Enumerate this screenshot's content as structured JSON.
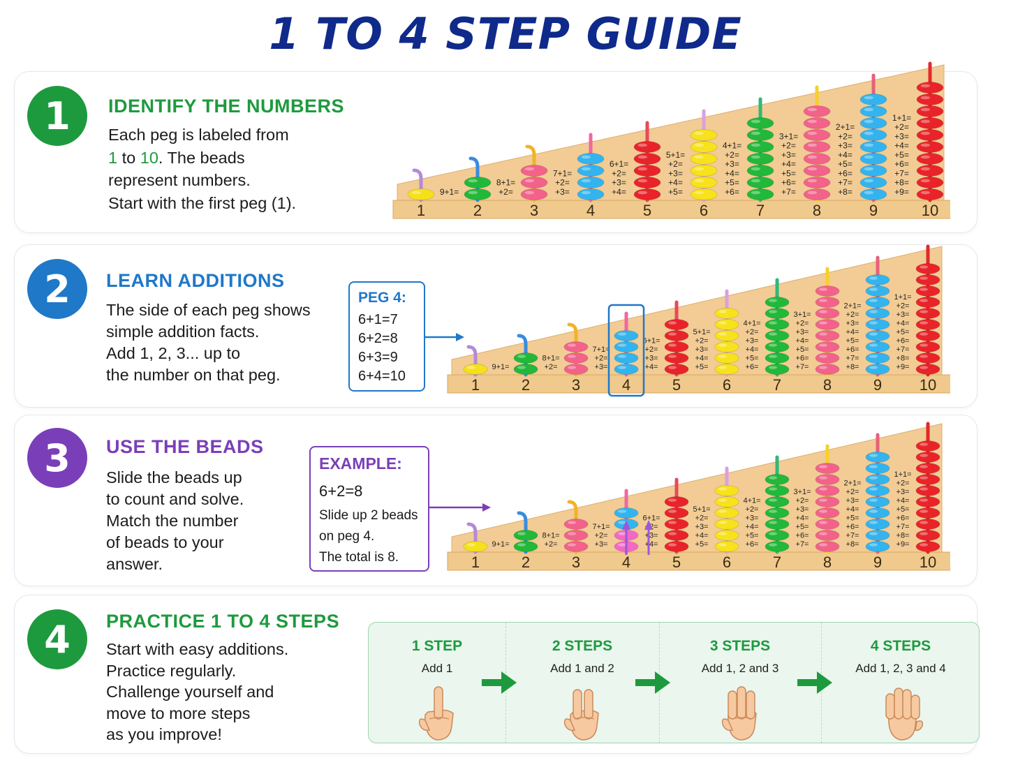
{
  "title": "1 TO 4 STEP GUIDE",
  "colors": {
    "title": "#0f2a8a",
    "green": "#1e9a3e",
    "blue": "#1f78c8",
    "purple": "#7a3fb8",
    "wood": "#f2cc94"
  },
  "steps": [
    {
      "number": "1",
      "heading": "IDENTIFY THE NUMBERS",
      "lines": [
        "Each peg is labeled from",
        "1",
        " to ",
        "10",
        ". The beads",
        "represent numbers.",
        "Start with the first peg (1)."
      ]
    },
    {
      "number": "2",
      "heading": "LEARN ADDITIONS",
      "lines": [
        "The side of each peg shows",
        "simple addition facts.",
        "Add 1, 2, 3... up to",
        "the number on that peg."
      ],
      "callout": {
        "title": "PEG 4:",
        "lines": [
          "6+1=7",
          "6+2=8",
          "6+3=9",
          "6+4=10"
        ]
      }
    },
    {
      "number": "3",
      "heading": "USE THE BEADS",
      "lines": [
        "Slide the beads up",
        "to count and solve.",
        "Match the number",
        "of beads to your",
        "answer."
      ],
      "callout": {
        "title": "EXAMPLE:",
        "equation": "6+2=8",
        "lines": [
          "Slide up 2 beads",
          "on peg 4.",
          "The total is 8."
        ]
      }
    },
    {
      "number": "4",
      "heading": "PRACTICE 1 TO 4 STEPS",
      "lines": [
        "Start with easy additions.",
        "Practice regularly.",
        "Challenge yourself and",
        "move to more steps",
        "as you improve!"
      ],
      "practice": [
        {
          "title": "1 STEP",
          "sub": "Add 1",
          "fingers": 1
        },
        {
          "title": "2 STEPS",
          "sub": "Add 1 and 2",
          "fingers": 2
        },
        {
          "title": "3 STEPS",
          "sub": "Add 1, 2 and 3",
          "fingers": 3
        },
        {
          "title": "4 STEPS",
          "sub": "Add 1, 2, 3 and 4",
          "fingers": 4
        }
      ]
    }
  ],
  "abacus": {
    "peg_labels": [
      "1",
      "2",
      "3",
      "4",
      "5",
      "6",
      "7",
      "8",
      "9",
      "10"
    ],
    "bead_colors": [
      "#f5e11a",
      "#22b83a",
      "#f2628a",
      "#33b4ee",
      "#e8242a",
      "#f7e21c",
      "#22b83a",
      "#f2628a",
      "#33b4ee",
      "#e8242a"
    ],
    "rod_colors": [
      "#b38ad8",
      "#3a8be0",
      "#f0b428",
      "#f068a0",
      "#e84a5a",
      "#d9a0e0",
      "#2fb87a",
      "#f6d02a",
      "#e8607a",
      "#e02a2a"
    ],
    "facts": [
      [
        "9+1="
      ],
      [
        "8+1=",
        "+2="
      ],
      [
        "7+1=",
        "+2=",
        "+3="
      ],
      [
        "6+1=",
        "+2=",
        "+3=",
        "+4="
      ],
      [
        "5+1=",
        "+2=",
        "+3=",
        "+4=",
        "+5="
      ],
      [
        "4+1=",
        "+2=",
        "+3=",
        "+4=",
        "+5=",
        "+6="
      ],
      [
        "3+1=",
        "+2=",
        "+3=",
        "+4=",
        "+5=",
        "+6=",
        "+7="
      ],
      [
        "2+1=",
        "+2=",
        "+3=",
        "+4=",
        "+5=",
        "+6=",
        "+7=",
        "+8="
      ],
      [
        "1+1=",
        "+2=",
        "+3=",
        "+4=",
        "+5=",
        "+6=",
        "+7=",
        "+8=",
        "+9="
      ]
    ]
  }
}
